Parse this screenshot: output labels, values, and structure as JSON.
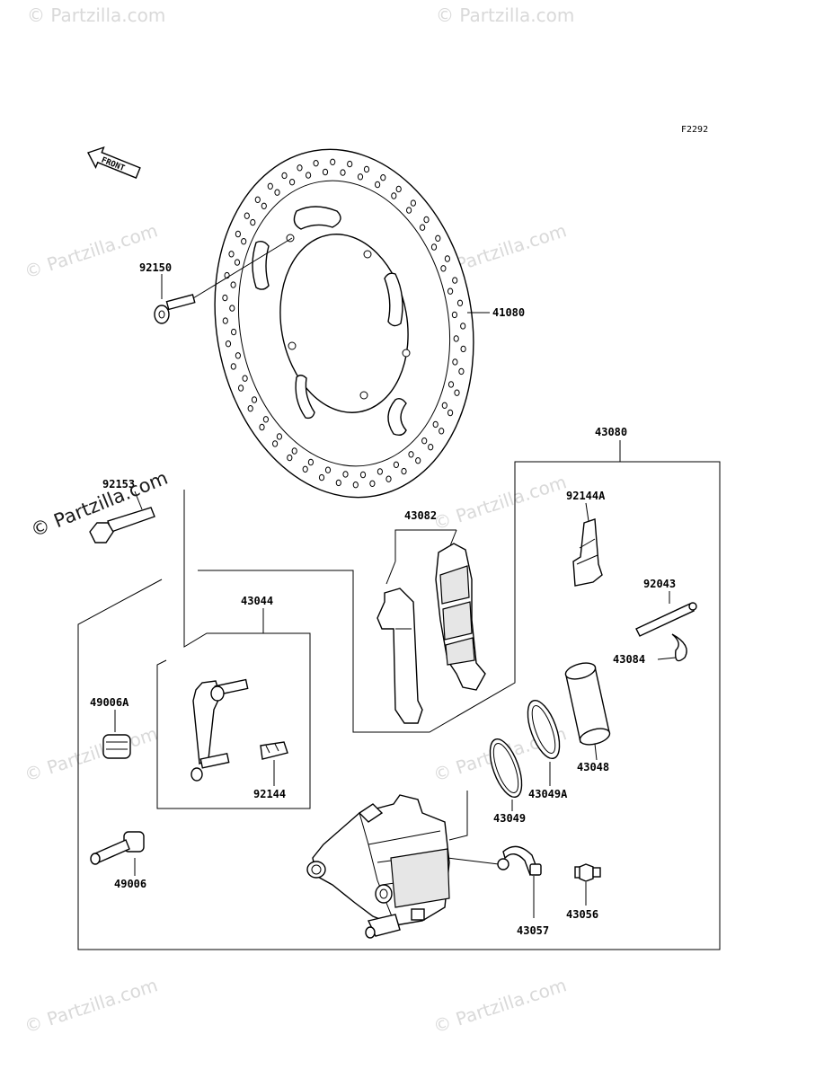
{
  "figure_code": "F2292",
  "front_label": "FRONT",
  "watermark": "© Partzilla.com",
  "parts": {
    "p92150": "92150",
    "p41080": "41080",
    "p92153": "92153",
    "p43080": "43080",
    "p43082": "43082",
    "p92144A": "92144A",
    "p92043": "92043",
    "p43084": "43084",
    "p43044": "43044",
    "p49006A": "49006A",
    "p92144": "92144",
    "p43048": "43048",
    "p43049A": "43049A",
    "p43049": "43049",
    "p49006": "49006",
    "p43057": "43057",
    "p43056": "43056"
  }
}
